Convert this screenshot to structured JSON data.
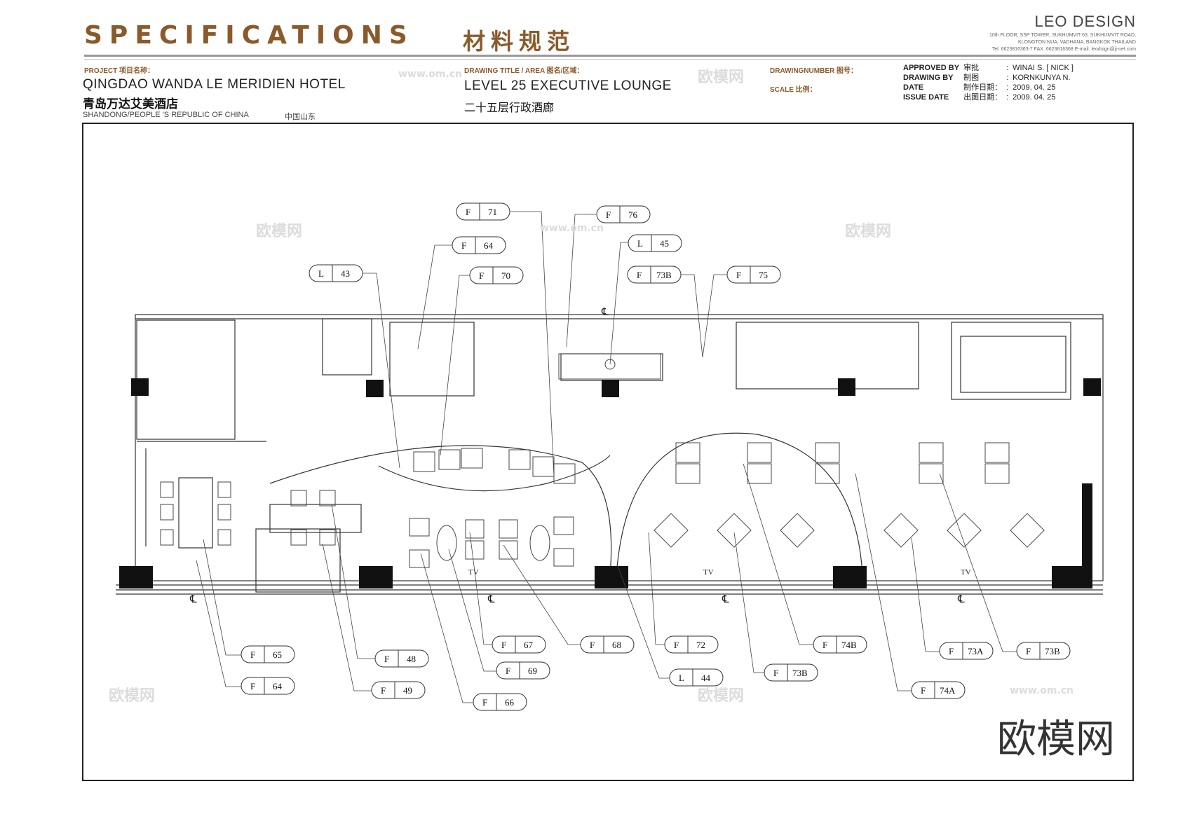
{
  "header": {
    "title_en": "SPECIFICATIONS",
    "title_cn": "材料规范",
    "brand": "LEO DESIGN",
    "address_lines": [
      "10th FLOOR, SSP TOWER, SUKHUMVIT 63, SUKHUMVIT ROAD,",
      "KLONGTON NUA, VADHANA, BANGKOK  THAILAND",
      "Tel. 6623816363-7 FAX. 6623816368 E-mail: leodsign@ji-net.com"
    ]
  },
  "project": {
    "label": "PROJECT 项目名称：",
    "name_en": "QINGDAO WANDA LE MERIDIEN HOTEL",
    "name_cn": "青岛万达艾美酒店",
    "location_en": "SHANDONG/PEOPLE 'S REPUBLIC OF CHINA",
    "location_cn": "中国山东"
  },
  "drawing": {
    "label": "DRAWING TITLE / AREA  图名/区域：",
    "title_en": "LEVEL  25 EXECUTIVE LOUNGE",
    "title_cn": "二十五层行政酒廊",
    "number_label": "DRAWINGNUMBER 图号：",
    "scale_label": "SCALE 比例："
  },
  "meta": [
    {
      "key": "APPROVED BY",
      "cn": "审批",
      "value": "WINAI S. [ NICK ]"
    },
    {
      "key": "DRAWING BY",
      "cn": "制图",
      "value": "KORNKUNYA N."
    },
    {
      "key": "DATE",
      "cn": "制作日期：",
      "value": "2009. 04. 25"
    },
    {
      "key": "ISSUE DATE",
      "cn": "出图日期：",
      "value": "2009. 04. 25"
    }
  ],
  "tags": [
    {
      "type": "F",
      "code": "71"
    },
    {
      "type": "F",
      "code": "76"
    },
    {
      "type": "L",
      "code": "45"
    },
    {
      "type": "F",
      "code": "64"
    },
    {
      "type": "L",
      "code": "43"
    },
    {
      "type": "F",
      "code": "70"
    },
    {
      "type": "F",
      "code": "73B"
    },
    {
      "type": "F",
      "code": "75"
    },
    {
      "type": "F",
      "code": "65"
    },
    {
      "type": "F",
      "code": "64"
    },
    {
      "type": "F",
      "code": "48"
    },
    {
      "type": "F",
      "code": "49"
    },
    {
      "type": "F",
      "code": "67"
    },
    {
      "type": "F",
      "code": "69"
    },
    {
      "type": "F",
      "code": "66"
    },
    {
      "type": "F",
      "code": "68"
    },
    {
      "type": "F",
      "code": "72"
    },
    {
      "type": "L",
      "code": "44"
    },
    {
      "type": "F",
      "code": "74B"
    },
    {
      "type": "F",
      "code": "73B"
    },
    {
      "type": "F",
      "code": "73A"
    },
    {
      "type": "F",
      "code": "74A"
    },
    {
      "type": "F",
      "code": "73B"
    }
  ],
  "plan_labels": {
    "tv": "TV",
    "centerline": "℄"
  },
  "watermark": {
    "big": "欧模网",
    "small": "欧模网",
    "url": "www.om.cn"
  }
}
